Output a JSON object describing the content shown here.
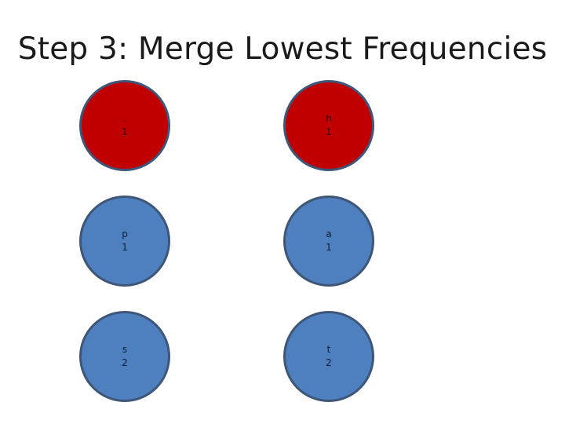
{
  "slide": {
    "title": "Step 3: Merge Lowest Frequencies"
  },
  "colors": {
    "highlight_fill": "#c00000",
    "node_fill": "#4e7fbe",
    "node_border": "#3e5677"
  },
  "nodes": [
    {
      "label": ".",
      "freq": "1",
      "highlighted": true
    },
    {
      "label": "h",
      "freq": "1",
      "highlighted": true
    },
    {
      "label": "p",
      "freq": "1",
      "highlighted": false
    },
    {
      "label": "a",
      "freq": "1",
      "highlighted": false
    },
    {
      "label": "s",
      "freq": "2",
      "highlighted": false
    },
    {
      "label": "t",
      "freq": "2",
      "highlighted": false
    }
  ]
}
